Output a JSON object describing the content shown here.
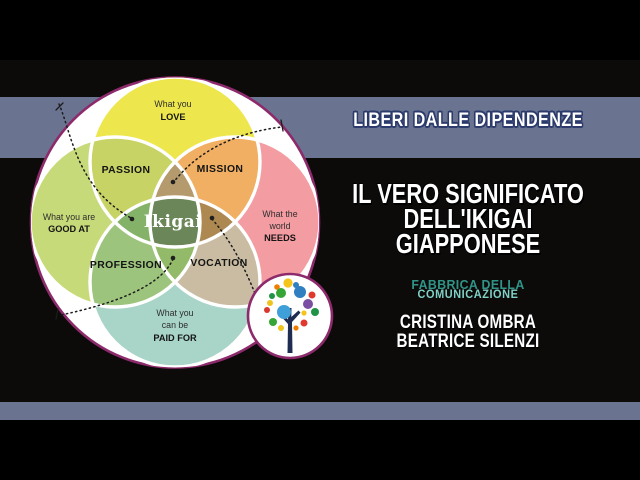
{
  "badge": {
    "label": "LIBERI DALLE DIPENDENZE"
  },
  "title": {
    "line1": "IL VERO SIGNIFICATO",
    "line2": "DELL'IKIGAI",
    "line3": "GIAPPONESE"
  },
  "brand": {
    "line1": "FABBRICA DELLA",
    "line2": "COMUNICAZIONE"
  },
  "authors": {
    "line1": "CRISTINA OMBRA",
    "line2": "BEATRICE SILENZI"
  },
  "colors": {
    "band": "#6a7490",
    "background": "#0d0a0a",
    "letterbox": "#000000",
    "badge_outline": "#2c3b6c",
    "brand_dark_teal": "#2f9488",
    "brand_light_teal": "#7fd2c5",
    "title_text": "#ffffff"
  },
  "diagram": {
    "border_color": "#8d2a6b",
    "center_label": "Ikigai",
    "center_color": "#6b8658",
    "circles": [
      {
        "id": "love",
        "lines": [
          "What you",
          "LOVE"
        ],
        "color": "#ede64c"
      },
      {
        "id": "good_at",
        "lines": [
          "What you are",
          "GOOD AT"
        ],
        "color": "#c7da79"
      },
      {
        "id": "needs",
        "lines": [
          "What the",
          "world",
          "NEEDS"
        ],
        "color": "#f39ca2"
      },
      {
        "id": "paid_for",
        "lines": [
          "What you",
          "can be",
          "PAID FOR"
        ],
        "color": "#a9d4c8"
      }
    ],
    "intersections": [
      {
        "id": "passion",
        "label": "PASSION",
        "color": "#c8d365"
      },
      {
        "id": "mission",
        "label": "MISSION",
        "color": "#f0af63"
      },
      {
        "id": "profession",
        "label": "PROFESSION",
        "color": "#9dc47d"
      },
      {
        "id": "vocation",
        "label": "VOCATION",
        "color": "#c9bca2"
      }
    ],
    "petals": {
      "top": "#b49a6d",
      "left": "#85b269",
      "right": "#ad8850",
      "bottom": "#93ba68"
    }
  },
  "logo": {
    "name": "fabbrica-della-comunicazione-tree",
    "palette": [
      "#f5c51b",
      "#ef7d00",
      "#35a635",
      "#1f9346",
      "#2f7fc1",
      "#3f9fd8",
      "#e03a2f",
      "#7a4fa3",
      "#1d2c50"
    ]
  }
}
